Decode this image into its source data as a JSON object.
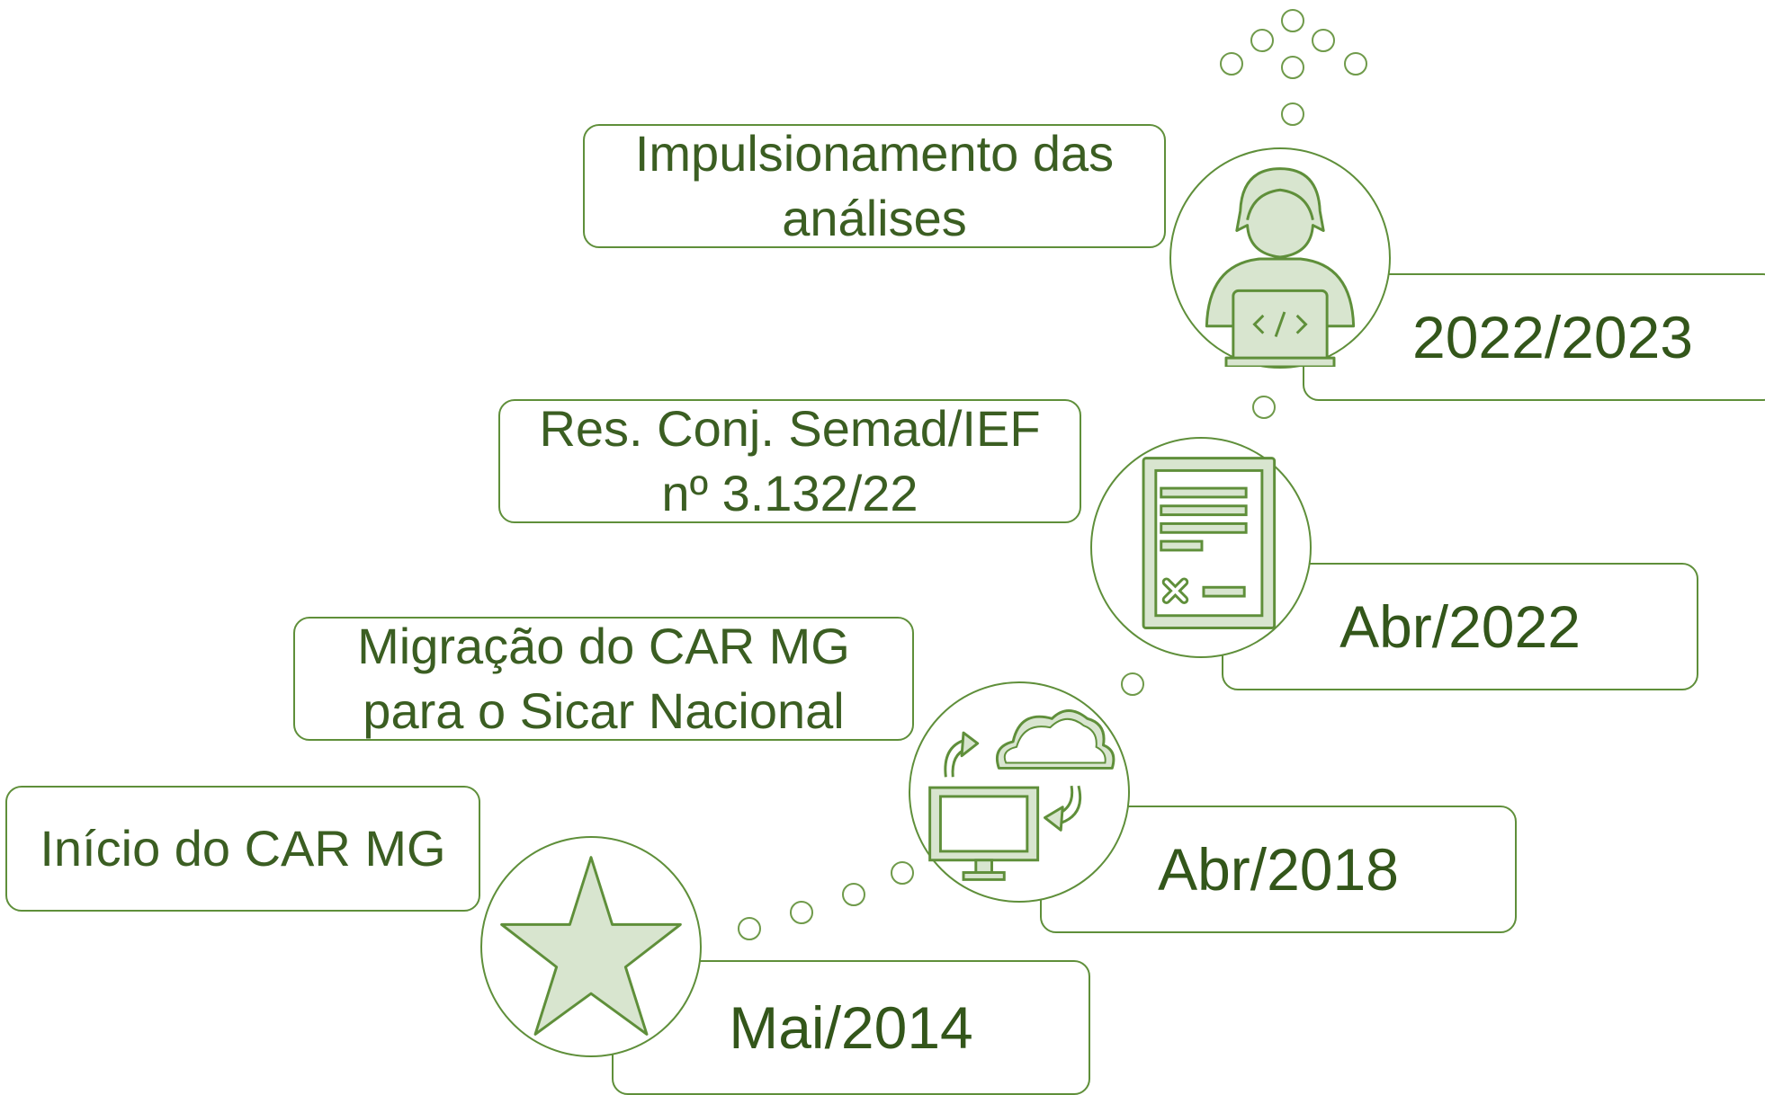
{
  "colors": {
    "stroke": "#5f8f3a",
    "fill": "#d8e5cf",
    "text": "#3b5e22"
  },
  "milestones": [
    {
      "date": "Mai/2014",
      "description": "Início do CAR MG",
      "icon": "star-icon"
    },
    {
      "date": "Abr/2018",
      "description": "Migração do CAR MG para o Sicar Nacional",
      "icon": "cloud-sync-computer-icon"
    },
    {
      "date": "Abr/2022",
      "description": "Res. Conj. Semad/IEF nº 3.132/22",
      "icon": "document-icon"
    },
    {
      "date": "2022/2023",
      "description": "Impulsionamento das análises",
      "icon": "developer-laptop-icon"
    }
  ],
  "arrow": {
    "icon": "dotted-arrow-up-icon"
  }
}
